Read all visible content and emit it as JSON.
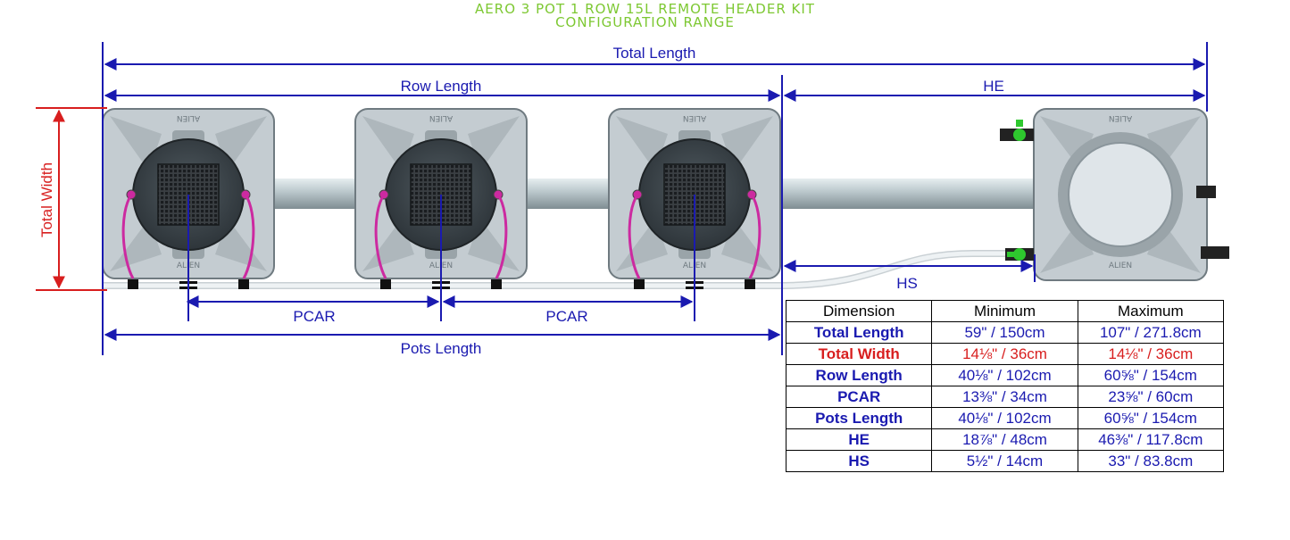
{
  "title": {
    "line1": "AERO 3 POT 1 ROW 15L REMOTE HEADER KIT",
    "line2": "CONFIGURATION RANGE"
  },
  "labels": {
    "total_length": "Total Length",
    "row_length": "Row Length",
    "he": "HE",
    "total_width": "Total Width",
    "hs": "HS",
    "pcar_1": "PCAR",
    "pcar_2": "PCAR",
    "pots_length": "Pots Length"
  },
  "pot_brand": "ALIEN",
  "colors": {
    "title": "#7dc832",
    "dimension_blue": "#1a1ab0",
    "dimension_red": "#d81e1e",
    "pot_body": "#c4ccd1",
    "pipe": "#b8c4c8",
    "hose": "#cc2aa0",
    "valve": "#2ec82e"
  },
  "table": {
    "headers": [
      "Dimension",
      "Minimum",
      "Maximum"
    ],
    "rows": [
      {
        "dimension": "Total Length",
        "min": "59\" / 150cm",
        "max": "107\" / 271.8cm",
        "highlight": false
      },
      {
        "dimension": "Total Width",
        "min": "14⅛\" / 36cm",
        "max": "14⅛\" / 36cm",
        "highlight": true
      },
      {
        "dimension": "Row Length",
        "min": "40⅛\" / 102cm",
        "max": "60⅝\" / 154cm",
        "highlight": false
      },
      {
        "dimension": "PCAR",
        "min": "13⅜\" / 34cm",
        "max": "23⅝\" / 60cm",
        "highlight": false
      },
      {
        "dimension": "Pots Length",
        "min": "40⅛\" / 102cm",
        "max": "60⅝\" / 154cm",
        "highlight": false
      },
      {
        "dimension": "HE",
        "min": "18⅞\" / 48cm",
        "max": "46⅜\" / 117.8cm",
        "highlight": false
      },
      {
        "dimension": "HS",
        "min": "5½\" / 14cm",
        "max": "33\" / 83.8cm",
        "highlight": false
      }
    ]
  }
}
